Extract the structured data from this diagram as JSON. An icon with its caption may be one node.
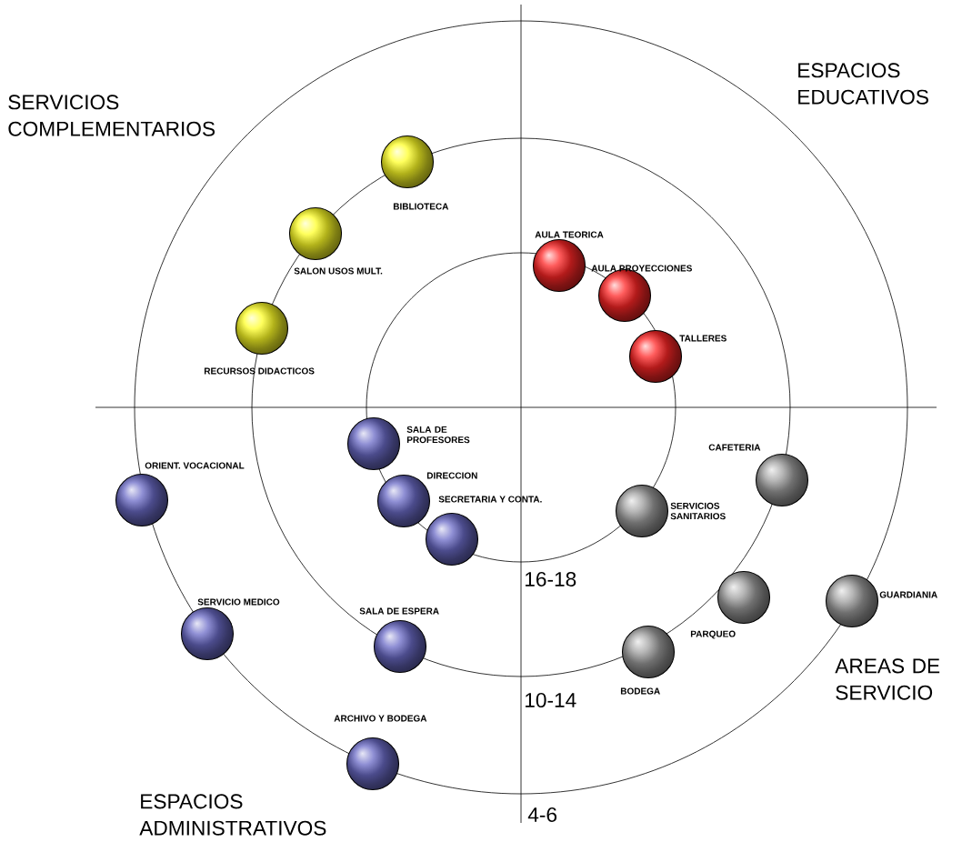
{
  "diagram": {
    "nodes": [
      {
        "text": [],
        "shape": "circle",
        "beside": [
          "BIBLIOTECA"
        ]
      },
      {
        "text": [],
        "shape": "circle",
        "beside": [
          "SALON USOS MULT."
        ]
      },
      {
        "text": [],
        "shape": "circle",
        "beside": [
          "RECURSOS DIDACTICOS"
        ]
      },
      {
        "text": [],
        "shape": "circle",
        "beside": [
          "AULA TEORICA"
        ]
      },
      {
        "text": [],
        "shape": "circle",
        "beside": [
          "AULA PROYECCIONES"
        ]
      },
      {
        "text": [],
        "shape": "circle",
        "beside": [
          "TALLERES"
        ]
      },
      {
        "text": [],
        "shape": "circle",
        "beside": [
          "SALA DE PROFESORES"
        ]
      },
      {
        "text": [],
        "shape": "circle",
        "beside": [
          "DIRECCION"
        ]
      },
      {
        "text": [],
        "shape": "circle",
        "beside": [
          "SECRETARIA Y CONTA."
        ]
      },
      {
        "text": [],
        "shape": "circle",
        "beside": [
          "ORIENT. VOCACIONAL"
        ]
      },
      {
        "text": [],
        "shape": "circle",
        "beside": [
          "SERVICIO MEDICO"
        ]
      },
      {
        "text": [],
        "shape": "circle",
        "beside": [
          "SALA DE ESPERA"
        ]
      },
      {
        "text": [],
        "shape": "circle",
        "beside": [
          "ARCHIVO Y BODEGA"
        ]
      },
      {
        "text": [],
        "shape": "circle",
        "beside": [
          "CAFETERIA"
        ]
      },
      {
        "text": [],
        "shape": "circle",
        "beside": [
          "SERVICIOS SANITARIOS"
        ]
      },
      {
        "text": [],
        "shape": "circle",
        "beside": [
          "PARQUEO"
        ]
      },
      {
        "text": [],
        "shape": "circle",
        "beside": [
          "BODEGA"
        ]
      },
      {
        "text": [],
        "shape": "circle",
        "beside": [
          "GUARDIANIA"
        ]
      }
    ],
    "labels": [
      "ESPACIOS EDUCATIVOS",
      "SERVICIOS COMPLEMENTARIOS",
      "16-18",
      "10-14",
      "AREAS DE SERVICIO",
      "4-6",
      "ESPACIOS ADMINISTRATIVOS"
    ]
  }
}
